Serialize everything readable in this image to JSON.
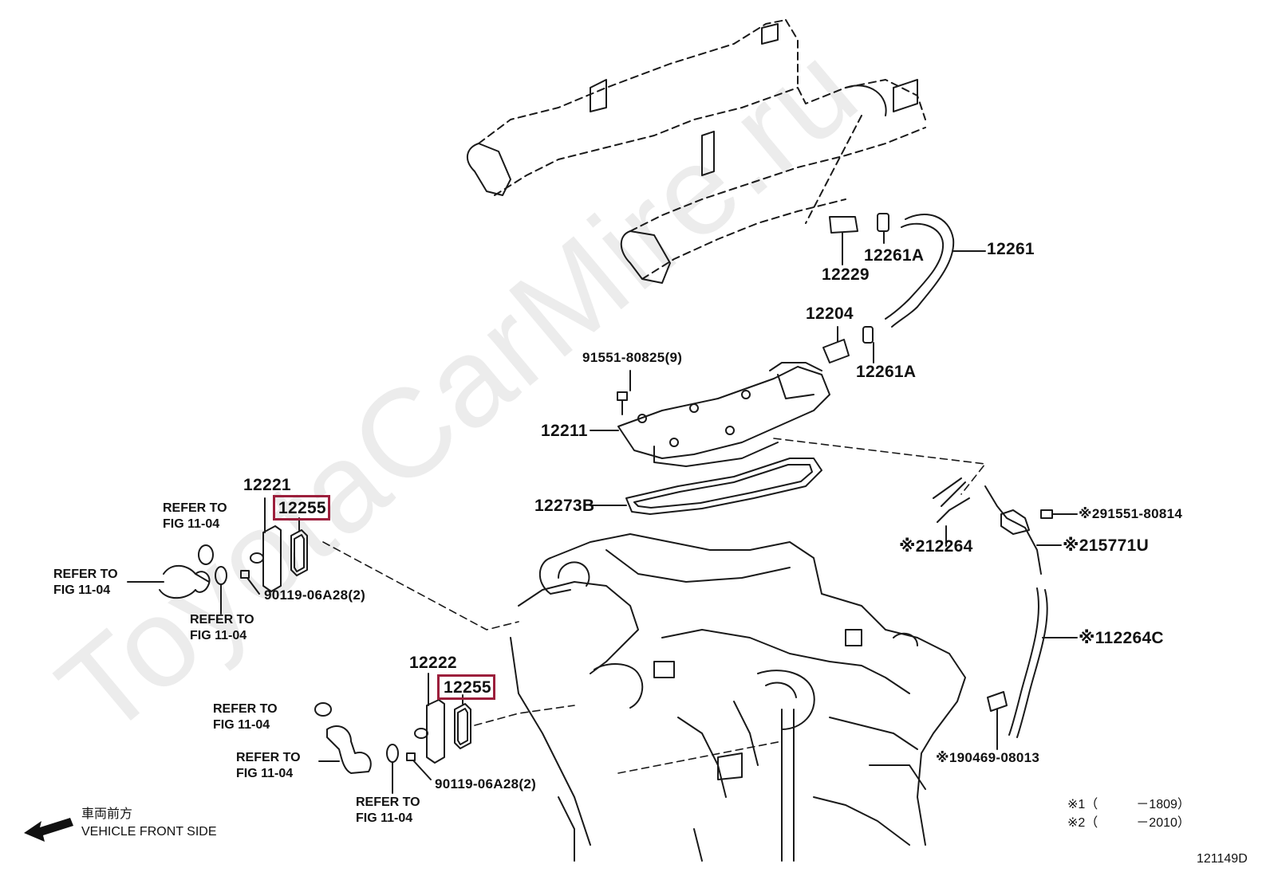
{
  "watermark": "ToyotaCarMire.ru",
  "parts": {
    "p12261": "12261",
    "p12261A_top": "12261A",
    "p12229": "12229",
    "p12204": "12204",
    "p12261A_mid": "12261A",
    "p91551_80825": "91551-80825(9)",
    "p12211": "12211",
    "p12273B": "12273B",
    "p12221": "12221",
    "p12255_top": "12255",
    "p90119_top": "90119-06A28(2)",
    "p12222": "12222",
    "p12255_bottom": "12255",
    "p90119_bottom": "90119-06A28(2)",
    "p91551_80814": "※291551-80814",
    "p15771U": "※215771U",
    "p12264": "※212264",
    "p12264C": "※112264C",
    "p90469_08013": "※190469-08013"
  },
  "refers": {
    "r1_line1": "REFER TO",
    "r1_line2": "FIG 11-04",
    "r2_line1": "REFER TO",
    "r2_line2": "FIG 11-04",
    "r3_line1": "REFER TO",
    "r3_line2": "FIG 11-04",
    "r4_line1": "REFER TO",
    "r4_line2": "FIG 11-04",
    "r5_line1": "REFER TO",
    "r5_line2": "FIG 11-04",
    "r6_line1": "REFER TO",
    "r6_line2": "FIG 11-04"
  },
  "front_label": {
    "jp": "車両前方",
    "en": "VEHICLE FRONT SIDE"
  },
  "footnotes": {
    "n1": "※1（　　　－1809）",
    "n2": "※2（　　　－2010）"
  },
  "figure_id": "121149D",
  "colors": {
    "highlight": "#9c1f3c",
    "line": "#1a1a1a"
  }
}
